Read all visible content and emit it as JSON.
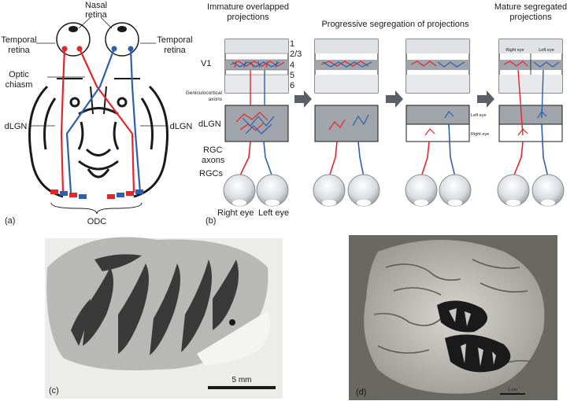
{
  "panel_a": {
    "panel_label": "(a)",
    "nasal_retina": [
      "Nasal",
      "retina"
    ],
    "temporal_retina_left": [
      "Temporal",
      "retina"
    ],
    "temporal_retina_right": [
      "Temporal",
      "retina"
    ],
    "optic_chiasm": [
      "Optic",
      "chiasm"
    ],
    "dlgn_left": "dLGN",
    "dlgn_right": "dLGN",
    "odc": "ODC"
  },
  "panel_b": {
    "panel_label": "(b)",
    "stage_titles": [
      [
        "Immature overlapped",
        "projections"
      ],
      [
        "Progressive segregation of projections"
      ],
      [
        "Mature segregated",
        "projections"
      ]
    ],
    "layers": [
      "1",
      "2/3",
      "4",
      "5",
      "6"
    ],
    "v1": "V1",
    "geniculocortical": [
      "Geniculocortical",
      "axons"
    ],
    "dlgn": "dLGN",
    "rgc_axons": [
      "RGC",
      "axons"
    ],
    "rgcs": "RGCs",
    "right_eye": "Right eye",
    "left_eye": "Left eye",
    "right_eye_cortex": "Right eye",
    "left_eye_cortex": "Left eye",
    "left_eye_layer": "Left eye",
    "right_eye_layer": "Right eye"
  },
  "panel_c": {
    "panel_label": "(c)",
    "scale_label": "5 mm"
  },
  "panel_d": {
    "panel_label": "(d)",
    "scale_label": "1 cm"
  },
  "colors": {
    "red": "#e8232a",
    "blue": "#2d5fae",
    "gray": "#a0a4ab",
    "ink": "#1a1a1a"
  }
}
